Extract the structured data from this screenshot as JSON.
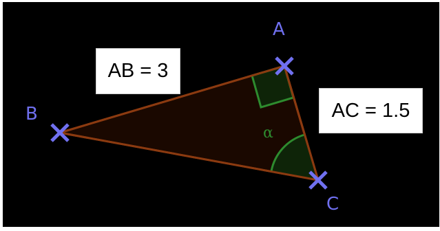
{
  "points": {
    "A": {
      "label": "A"
    },
    "B": {
      "label": "B"
    },
    "C": {
      "label": "C"
    }
  },
  "measurements": {
    "ab": "AB = 3",
    "ac": "AC = 1.5"
  },
  "angle": {
    "label": "α"
  },
  "colors": {
    "background": "#000000",
    "frame": "#ffffff",
    "triangle_fill": "#1a0800",
    "triangle_edge": "#8b3a10",
    "point_marker": "#7070f0",
    "angle_marker": "#2e8b2e"
  }
}
